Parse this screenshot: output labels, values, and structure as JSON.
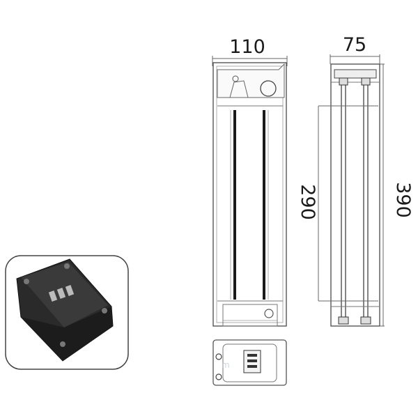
{
  "drawing": {
    "dimensions": {
      "front_width": "110",
      "side_width": "75",
      "inner_height": "290",
      "total_height": "390"
    },
    "photo": {
      "description_icon": "battery-case-photo"
    },
    "watermark": {
      "text": "m",
      "color": "#b9c6e6"
    }
  }
}
